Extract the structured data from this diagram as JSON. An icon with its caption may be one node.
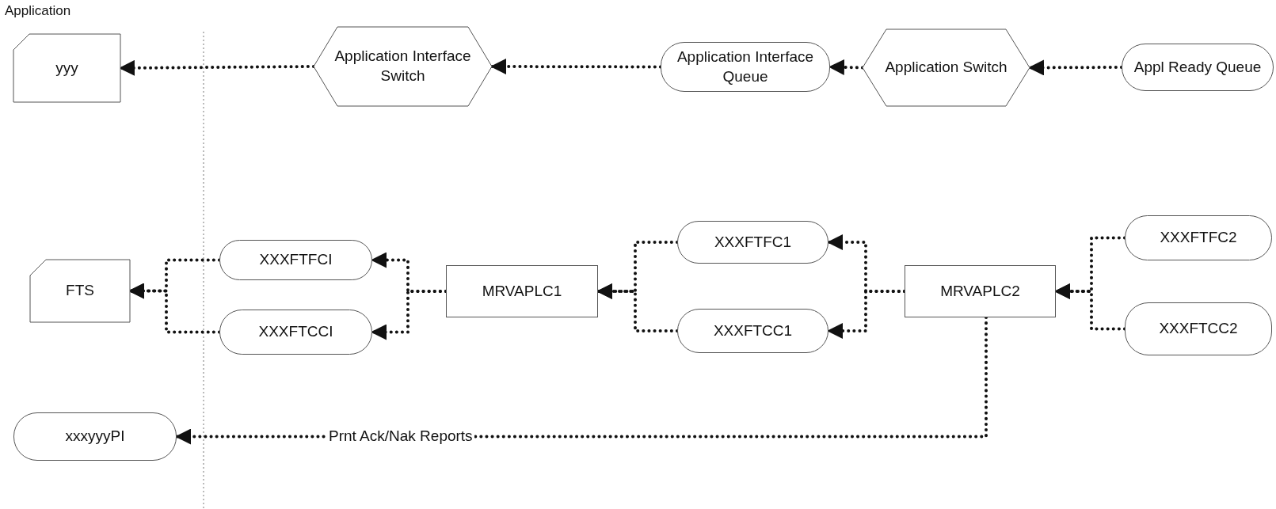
{
  "diagram": {
    "nodes": [
      {
        "text": [
          "yyy"
        ]
      },
      {
        "text": [
          "Application Interface Switch"
        ]
      },
      {
        "text": [
          "Application Interface Queue"
        ]
      },
      {
        "text": [
          "Application Switch"
        ]
      },
      {
        "text": [
          "Appl Ready Queue"
        ]
      },
      {
        "text": [
          "FTS"
        ]
      },
      {
        "text": [
          "XXXFTFCI"
        ]
      },
      {
        "text": [
          "XXXFTCCI"
        ]
      },
      {
        "text": [
          "MRVAPLC1"
        ]
      },
      {
        "text": [
          "XXXFTFC1"
        ]
      },
      {
        "text": [
          "XXXFTCC1"
        ]
      },
      {
        "text": [
          "MRVAPLC2"
        ]
      },
      {
        "text": [
          "XXXFTFC2"
        ]
      },
      {
        "text": [
          "XXXFTCC2"
        ]
      },
      {
        "text": [
          "xxxyyyPI"
        ]
      }
    ],
    "edges": [
      {
        "from": 4,
        "to": 3,
        "arrow": "to",
        "style": "dashed"
      },
      {
        "from": 3,
        "to": 2,
        "arrow": "to",
        "style": "dashed"
      },
      {
        "from": 2,
        "to": 1,
        "arrow": "to",
        "style": "dashed"
      },
      {
        "from": 1,
        "to": 0,
        "arrow": "to",
        "style": "dashed"
      },
      {
        "from": 6,
        "to": 5,
        "arrow": "to",
        "style": "dashed"
      },
      {
        "from": 7,
        "to": 5,
        "arrow": "to",
        "style": "dashed"
      },
      {
        "from": 8,
        "to": 6,
        "arrow": "to",
        "style": "dashed"
      },
      {
        "from": 8,
        "to": 7,
        "arrow": "to",
        "style": "dashed"
      },
      {
        "from": 9,
        "to": 8,
        "arrow": "to",
        "style": "dashed"
      },
      {
        "from": 10,
        "to": 8,
        "arrow": "to",
        "style": "dashed"
      },
      {
        "from": 11,
        "to": 9,
        "arrow": "to",
        "style": "dashed"
      },
      {
        "from": 11,
        "to": 10,
        "arrow": "to",
        "style": "dashed"
      },
      {
        "from": 12,
        "to": 11,
        "arrow": "to",
        "style": "dashed"
      },
      {
        "from": 13,
        "to": 11,
        "arrow": "to",
        "style": "dashed"
      },
      {
        "from": 11,
        "to": 14,
        "arrow": "to",
        "style": "dashed",
        "label": "Prnt Ack/Nak Reports"
      }
    ],
    "labels": [
      "Application"
    ]
  }
}
